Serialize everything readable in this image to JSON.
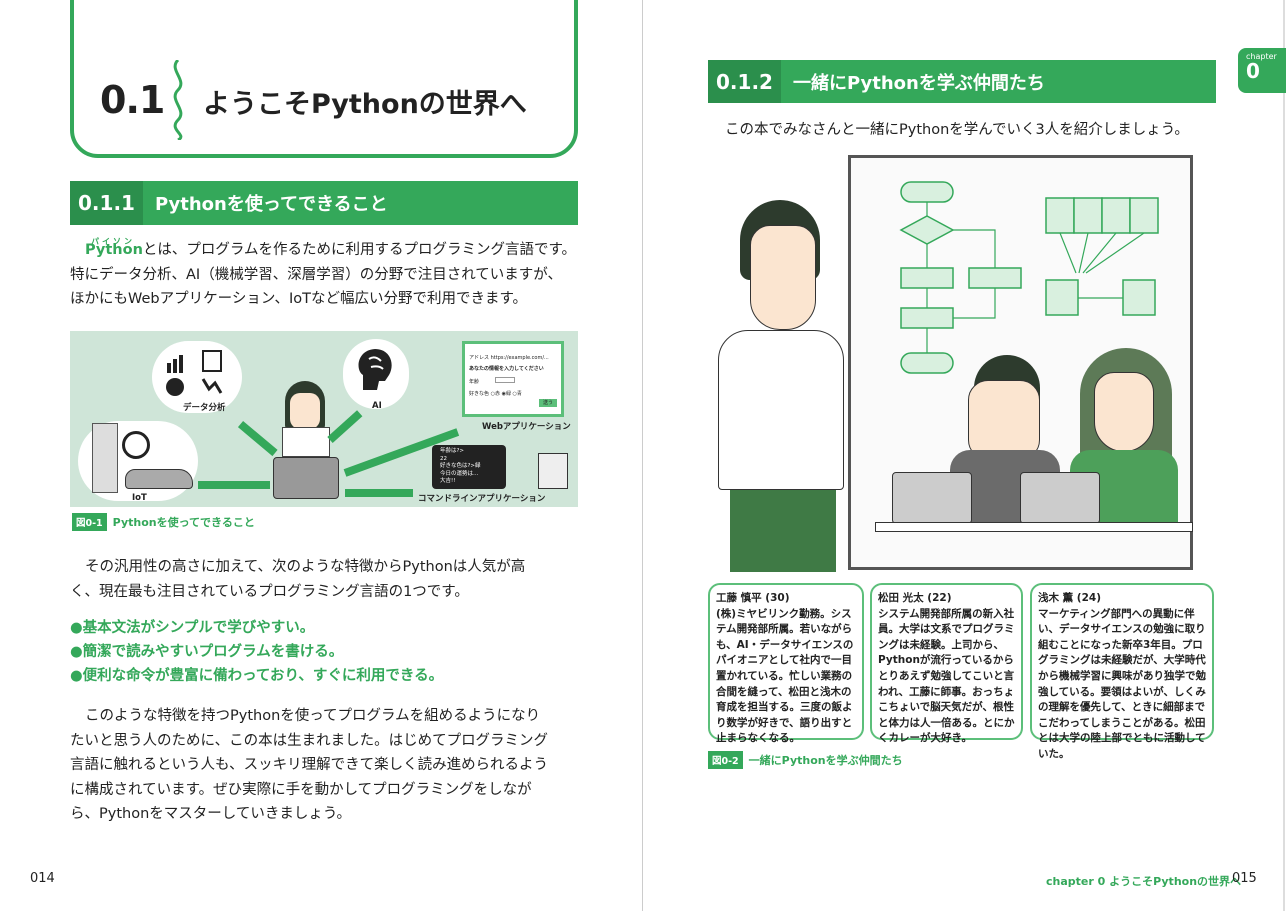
{
  "left_page": {
    "chapter_heading": {
      "number": "0.1",
      "title": "ようこそPythonの世界へ"
    },
    "section": {
      "number": "0.1.1",
      "title": "Pythonを使ってできること"
    },
    "para1": {
      "ruby": "パイソン",
      "term": "Python",
      "line1_rest": "とは、プログラムを作るために利用するプログラミング言語です。",
      "line2": "特にデータ分析、AI（機械学習、深層学習）の分野で注目されていますが、",
      "line3": "ほかにもWebアプリケーション、IoTなど幅広い分野で利用できます。"
    },
    "figure1": {
      "labels": {
        "data": "データ分析",
        "ai": "AI",
        "iot": "IoT",
        "web": "Webアプリケーション",
        "cli": "コマンドラインアプリケーション"
      },
      "web_window": {
        "address_label": "アドレス",
        "url": "https://example.com/...",
        "prompt": "あなたの情報を入力してください",
        "field": "年齢",
        "choice_label": "好きな色",
        "options": [
          "赤",
          "緑",
          "青"
        ],
        "button": "送う"
      },
      "terminal_lines": [
        "年齢は?>",
        "22",
        "好きな色は?>緑",
        "今日の運勢は…",
        "大吉!!"
      ],
      "caption_tag": "図0-1",
      "caption": "Pythonを使ってできること"
    },
    "para2": "その汎用性の高さに加えて、次のような特徴からPythonは人気が高く、現在最も注目されているプログラミング言語の1つです。",
    "bullets": [
      "●基本文法がシンプルで学びやすい。",
      "●簡潔で読みやすいプログラムを書ける。",
      "●便利な命令が豊富に備わっており、すぐに利用できる。"
    ],
    "para3": "このような特徴を持つPythonを使ってプログラムを組めるようになりたいと思う人のために、この本は生まれました。はじめてプログラミング言語に触れるという人も、スッキリ理解できて楽しく読み進められるように構成されています。ぜひ実際に手を動かしてプログラミングをしながら、Pythonをマスターしていきましょう。",
    "page_number": "014"
  },
  "right_page": {
    "chapter_tab": {
      "label": "chapter",
      "number": "0"
    },
    "section": {
      "number": "0.1.2",
      "title": "一緒にPythonを学ぶ仲間たち"
    },
    "intro": "この本でみなさんと一緒にPythonを学んでいく3人を紹介しましょう。",
    "characters": [
      {
        "name": "工藤 慎平 (30)",
        "desc": "(株)ミヤビリンク勤務。システム開発部所属。若いながらも、AI・データサイエンスのパイオニアとして社内で一目置かれている。忙しい業務の合間を縫って、松田と浅木の育成を担当する。三度の飯より数学が好きで、語り出すと止まらなくなる。"
      },
      {
        "name": "松田 光太 (22)",
        "desc": "システム開発部所属の新入社員。大学は文系でプログラミングは未経験。上司から、Pythonが流行っているからとりあえず勉強してこいと言われ、工藤に師事。おっちょこちょいで脳天気だが、根性と体力は人一倍ある。とにかくカレーが大好き。"
      },
      {
        "name": "浅木 薫 (24)",
        "desc": "マーケティング部門への異動に伴い、データサイエンスの勉強に取り組むことになった新卒3年目。プログラミングは未経験だが、大学時代から機械学習に興味があり独学で勉強している。要領はよいが、しくみの理解を優先して、ときに細部までこだわってしまうことがある。松田とは大学の陸上部でともに活動していた。"
      }
    ],
    "figure2": {
      "caption_tag": "図0-2",
      "caption": "一緒にPythonを学ぶ仲間たち"
    },
    "footer": {
      "chapter_label": "chapter 0",
      "chapter_title": "ようこそPythonの世界へ",
      "page_number": "015"
    }
  },
  "colors": {
    "accent": "#34a85a",
    "accent_dark": "#2b8f4c",
    "figure_bg": "#cfe5d8"
  }
}
